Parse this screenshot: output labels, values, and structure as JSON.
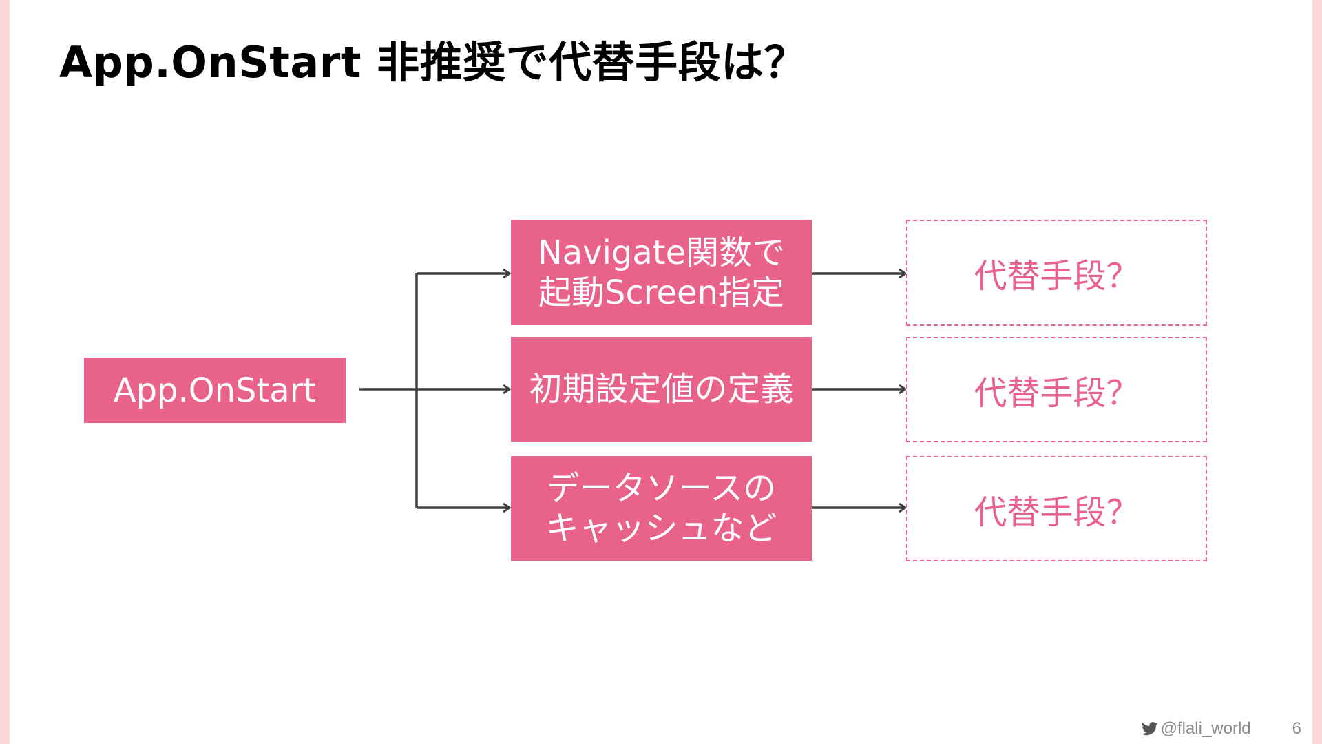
{
  "slide": {
    "title": "App.OnStart 非推奨で代替手段は？",
    "page_number": "6",
    "handle": "@flali_world"
  },
  "diagram": {
    "source": "App.OnStart",
    "purposes": [
      {
        "lines": [
          "Navigate関数で",
          "起動Screen指定"
        ],
        "alternative": "代替手段？"
      },
      {
        "lines": [
          "初期設定値の定義"
        ],
        "alternative": "代替手段？"
      },
      {
        "lines": [
          "データソースの",
          "キャッシュなど"
        ],
        "alternative": "代替手段？"
      }
    ]
  },
  "colors": {
    "accent": "#e8628b",
    "side_bar": "#fdd6d8",
    "arrow": "#404040"
  },
  "icons": [
    "twitter-bird-icon"
  ]
}
